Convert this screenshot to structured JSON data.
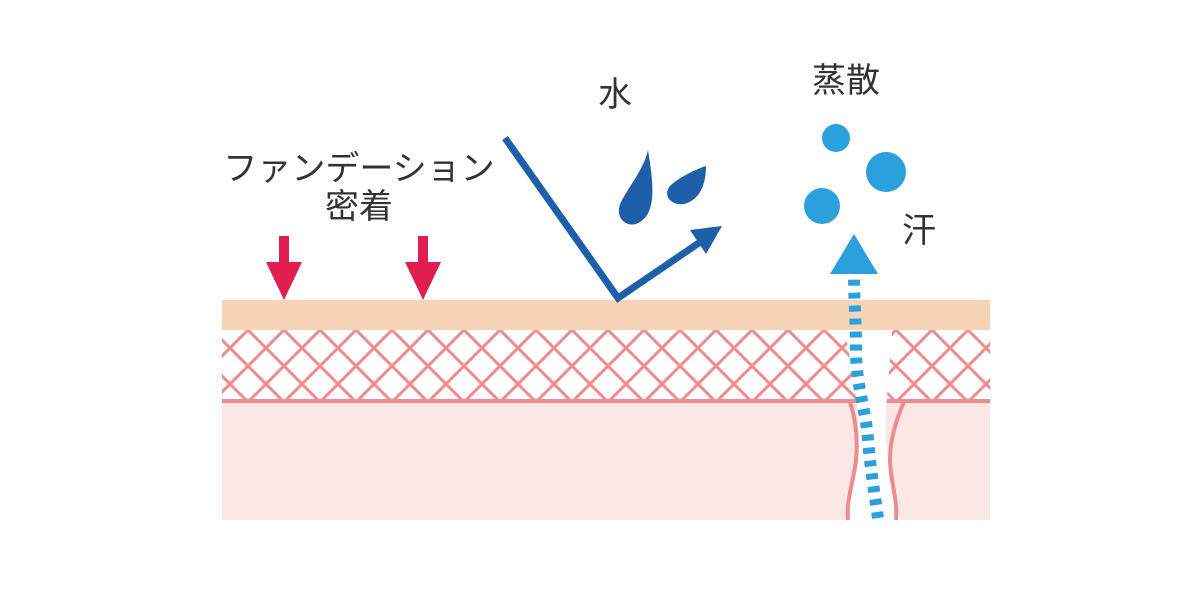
{
  "labels": {
    "foundation_line1": "ファンデーション",
    "foundation_line2": "密着",
    "water": "水",
    "evaporation": "蒸散",
    "sweat": "汗"
  },
  "colors": {
    "foundation_layer": "#f7d4b6",
    "lattice_line": "#ee8c8c",
    "dermis": "#fbe7e6",
    "pore_outline": "#ee8c8c",
    "press_arrow": "#e01e4f",
    "water_blue": "#1d5fa8",
    "sweat_blue": "#2aa0dc",
    "text": "#333333"
  },
  "icons": [
    "press-arrow",
    "water-drop",
    "deflect-arrow",
    "sweat-drop",
    "up-triangle"
  ]
}
